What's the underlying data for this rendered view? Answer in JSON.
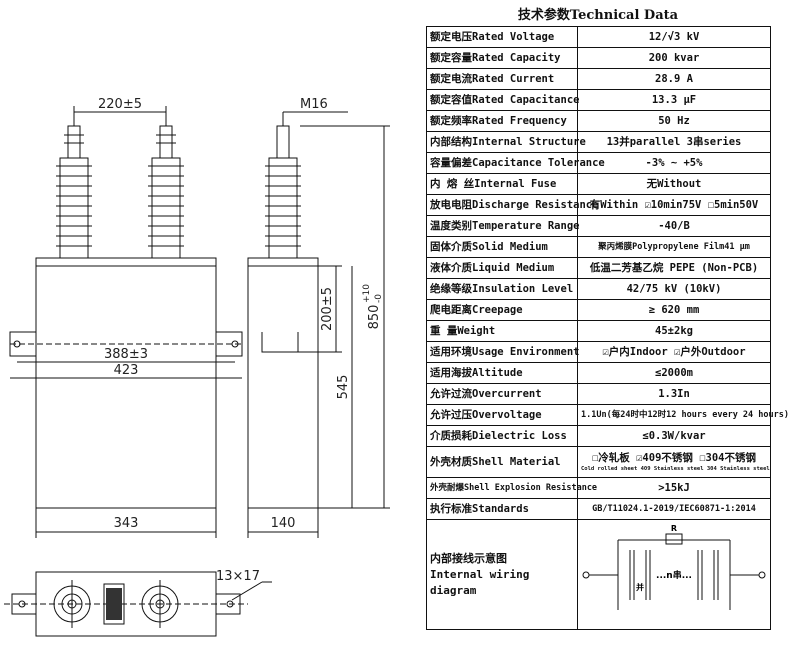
{
  "title": "技术参数Technical Data",
  "dimensions": {
    "terminal_spacing": "220±5",
    "thread": "M16",
    "mount_inner": "388±3",
    "mount_outer": "423",
    "height_bracket": "200±5",
    "height_545": "545",
    "total_height_base": "850",
    "tol_plus": "+10",
    "tol_minus": "-0",
    "width": "343",
    "depth": "140",
    "slot": "13×17"
  },
  "rows": [
    {
      "label": "额定电压Rated Voltage",
      "value": "12/√3 kV"
    },
    {
      "label": "额定容量Rated Capacity",
      "value": "200 kvar"
    },
    {
      "label": "额定电流Rated Current",
      "value": "28.9 A"
    },
    {
      "label": "额定容值Rated Capacitance",
      "value": "13.3 μF"
    },
    {
      "label": "额定频率Rated Frequency",
      "value": "50 Hz"
    },
    {
      "label": "内部结构Internal Structure",
      "value": "13并parallel 3串series"
    },
    {
      "label": "容量偏差Capacitance Tolerance",
      "value": "-3% ~ +5%"
    },
    {
      "label": "内 熔 丝Internal Fuse",
      "value": "无Without"
    },
    {
      "label": "放电电阻Discharge Resistance",
      "value": "有Within ☑10min75V ☐5min50V"
    },
    {
      "label": "温度类别Temperature Range",
      "value": "-40/B"
    },
    {
      "label": "固体介质Solid Medium",
      "value": "聚丙烯膜Polypropylene Film41 μm"
    },
    {
      "label": "液体介质Liquid Medium",
      "value": "低温二芳基乙烷 PEPE (Non-PCB)"
    },
    {
      "label": "绝缘等级Insulation Level",
      "value": "42/75 kV (10kV)"
    },
    {
      "label": "爬电距离Creepage",
      "value": "≥ 620 mm"
    },
    {
      "label": "重 量Weight",
      "value": "45±2kg"
    },
    {
      "label": "适用环境Usage Environment",
      "value": "☑户内Indoor ☑户外Outdoor"
    },
    {
      "label": "适用海拔Altitude",
      "value": "≤2000m"
    },
    {
      "label": "允许过流Overcurrent",
      "value": "1.3In"
    },
    {
      "label": "允许过压Overvoltage",
      "value": "1.1Un(每24时中12时12 hours every 24 hours)"
    },
    {
      "label": "介质损耗Dielectric Loss",
      "value": "≤0.3W/kvar"
    }
  ],
  "shell": {
    "label": "外壳材质Shell Material",
    "value": "☐冷轧板 ☑409不锈钢 ☐304不锈钢",
    "sub": "Cold rolled sheet  409 Stainless steel  304 Stainless steel"
  },
  "explosion": {
    "label": "外壳耐爆Shell Explosion Resistance",
    "value": ">15kJ"
  },
  "standards": {
    "label": "执行标准Standards",
    "value": "GB/T11024.1-2019/IEC60871-1:2014"
  },
  "wiring": {
    "label_cn": "内部接线示意图",
    "label_en": "Internal wiring diagram",
    "r": "R",
    "dots": "...n串...",
    "par": "并"
  }
}
